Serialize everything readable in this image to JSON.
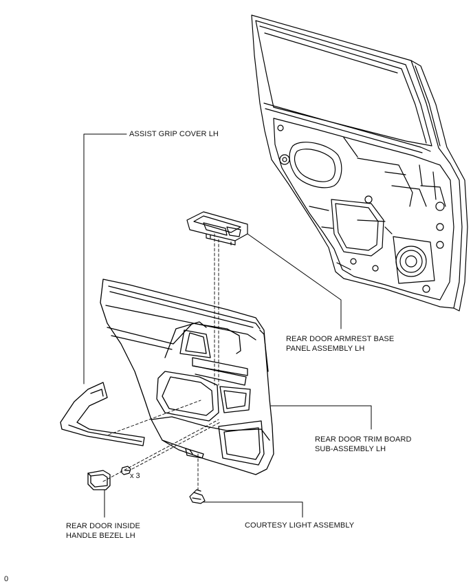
{
  "labels": {
    "assist_grip_cover": "ASSIST GRIP COVER LH",
    "armrest_base_panel": "REAR DOOR ARMREST BASE\nPANEL ASSEMBLY LH",
    "trim_board": "REAR DOOR TRIM BOARD\nSUB-ASSEMBLY LH",
    "inside_handle_bezel": "REAR DOOR INSIDE\nHANDLE BEZEL LH",
    "courtesy_light": "COURTESY LIGHT ASSEMBLY"
  },
  "clip_quantity": "x 3",
  "figure_id": "0"
}
